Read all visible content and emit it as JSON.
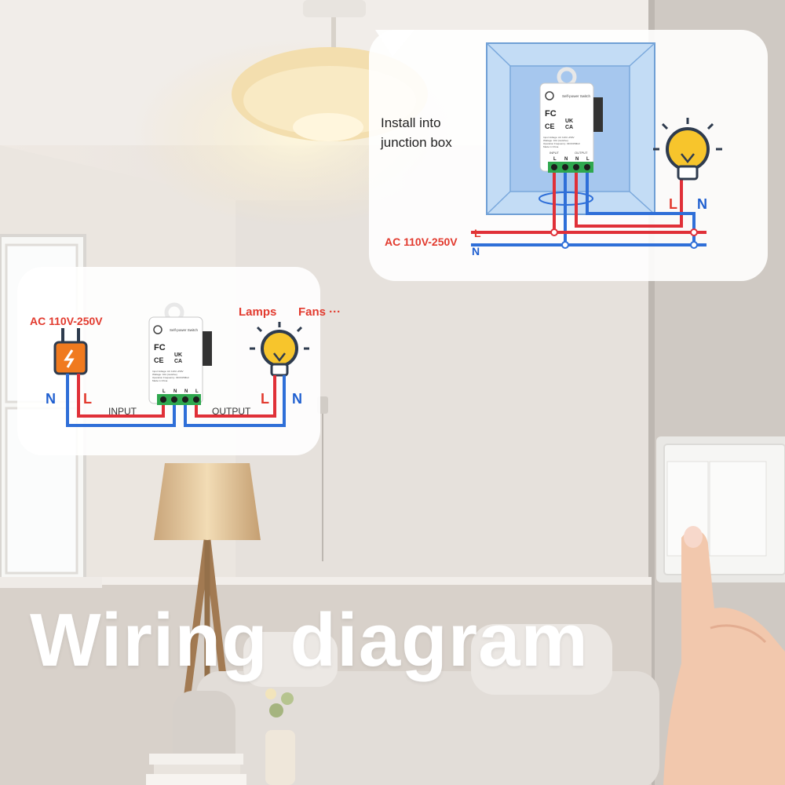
{
  "headline": "Wiring diagram",
  "junction_panel": {
    "caption_line1": "Install into",
    "caption_line2": "junction box",
    "voltage": "AC 110V-250V",
    "live": "L",
    "neutral": "N",
    "lamp_live": "L",
    "lamp_neutral": "N"
  },
  "direct_panel": {
    "voltage": "AC 110V-250V",
    "lamps": "Lamps",
    "fans": "Fans ···",
    "input": "INPUT",
    "output": "OUTPUT",
    "plug_neutral": "N",
    "plug_live": "L",
    "lamp_live": "L",
    "lamp_neutral": "N"
  },
  "module": {
    "brand_line": "Self-power Switch",
    "fc": "FC",
    "ce": "CE",
    "ukca_top": "UK",
    "ukca_bottom": "CA",
    "specs": [
      "Input Voltage: AC 110V~250V",
      "Wattage: 10A (resistive)",
      "Operation Frequency: 433/315MHz",
      "Made in China"
    ],
    "terminals": [
      "L",
      "N",
      "N",
      "L"
    ],
    "terminal_captions": [
      "INPUT",
      "OUTPUT"
    ]
  },
  "colors": {
    "live_wire": "#e03038",
    "neutral_wire": "#2f6fd8",
    "lamp_yellow": "#f7c52c",
    "label_red": "#e23a2e",
    "label_blue": "#1f5fd0",
    "plug_orange": "#f07a1f",
    "terminal_green": "#2fa84f",
    "switch_white": "#f6f6f4"
  },
  "icons": [
    "plug-icon",
    "bulb-icon",
    "relay-module-icon",
    "wall-switch-icon",
    "ceiling-lamp-icon",
    "floor-lamp-icon",
    "hand-icon"
  ]
}
